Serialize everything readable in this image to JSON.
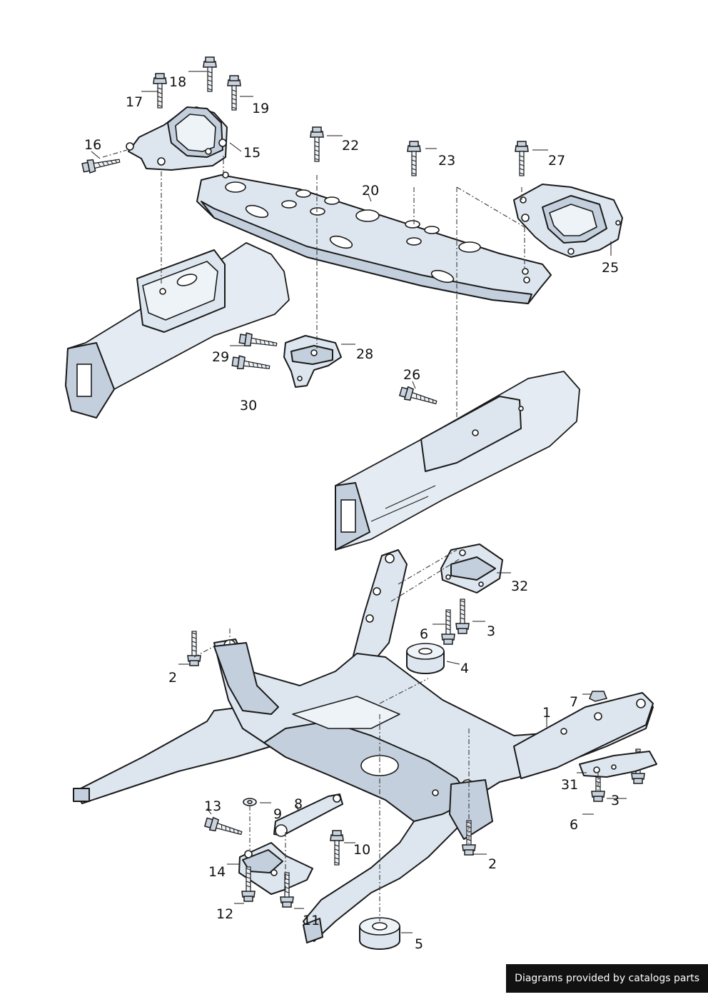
{
  "callouts": {
    "c1": "1",
    "c2a": "2",
    "c2b": "2",
    "c3a": "3",
    "c3b": "3",
    "c4": "4",
    "c5": "5",
    "c6a": "6",
    "c6b": "6",
    "c7": "7",
    "c8": "8",
    "c9": "9",
    "c10": "10",
    "c11": "11",
    "c12": "12",
    "c13": "13",
    "c14": "14",
    "c15": "15",
    "c16": "16",
    "c17": "17",
    "c18": "18",
    "c19": "19",
    "c20": "20",
    "c22": "22",
    "c23": "23",
    "c25": "25",
    "c26": "26",
    "c27": "27",
    "c28": "28",
    "c29": "29",
    "c30": "30",
    "c31": "31",
    "c32": "32"
  },
  "footer": {
    "credit": "Diagrams provided by catalogs parts"
  }
}
